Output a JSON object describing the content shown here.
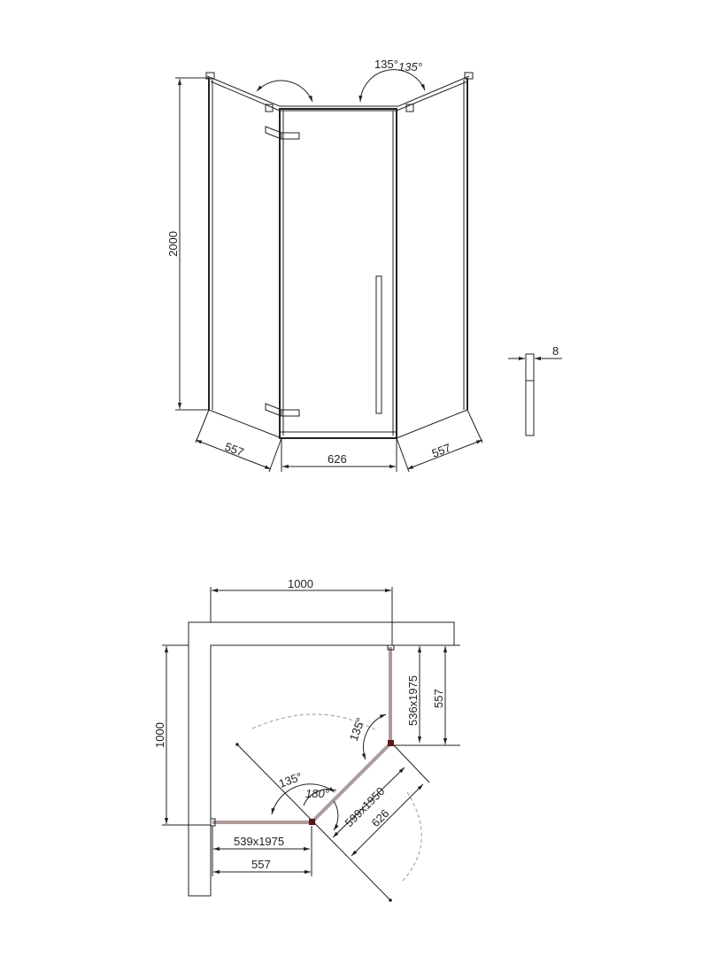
{
  "front_view": {
    "angle_left": "135°",
    "angle_right": "135°",
    "height": "2000",
    "left_panel_width": "557",
    "door_width": "626",
    "right_panel_width": "557",
    "glass_thickness": "8"
  },
  "plan_view": {
    "width": "1000",
    "depth": "1000",
    "right_panel_glass": "536x1975",
    "right_panel_width": "557",
    "left_panel_glass": "539x1975",
    "left_panel_width": "557",
    "door_glass": "599x1950",
    "door_width": "626",
    "angle_upper": "135°",
    "angle_lower": "135°",
    "door_swing": "180°"
  }
}
